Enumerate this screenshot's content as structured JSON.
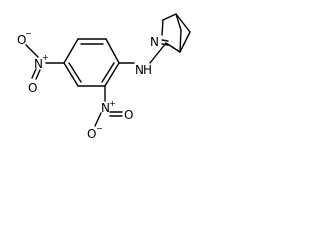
{
  "molecule": {
    "atom_labels": {
      "nitro_left_n": "N",
      "nitro_left_n_charge": "+",
      "nitro_left_o_minus": "O",
      "nitro_left_o_minus_charge": "−",
      "nitro_left_o": "O",
      "nitro_bottom_n": "N",
      "nitro_bottom_n_charge": "+",
      "nitro_bottom_o_minus": "O",
      "nitro_bottom_o_minus_charge": "−",
      "nitro_bottom_o": "O",
      "amine_n": "N",
      "amine_h": "H",
      "imine_n": "N"
    }
  },
  "colors": {
    "bond": "#000000",
    "text": "#000000",
    "background": "#ffffff"
  }
}
